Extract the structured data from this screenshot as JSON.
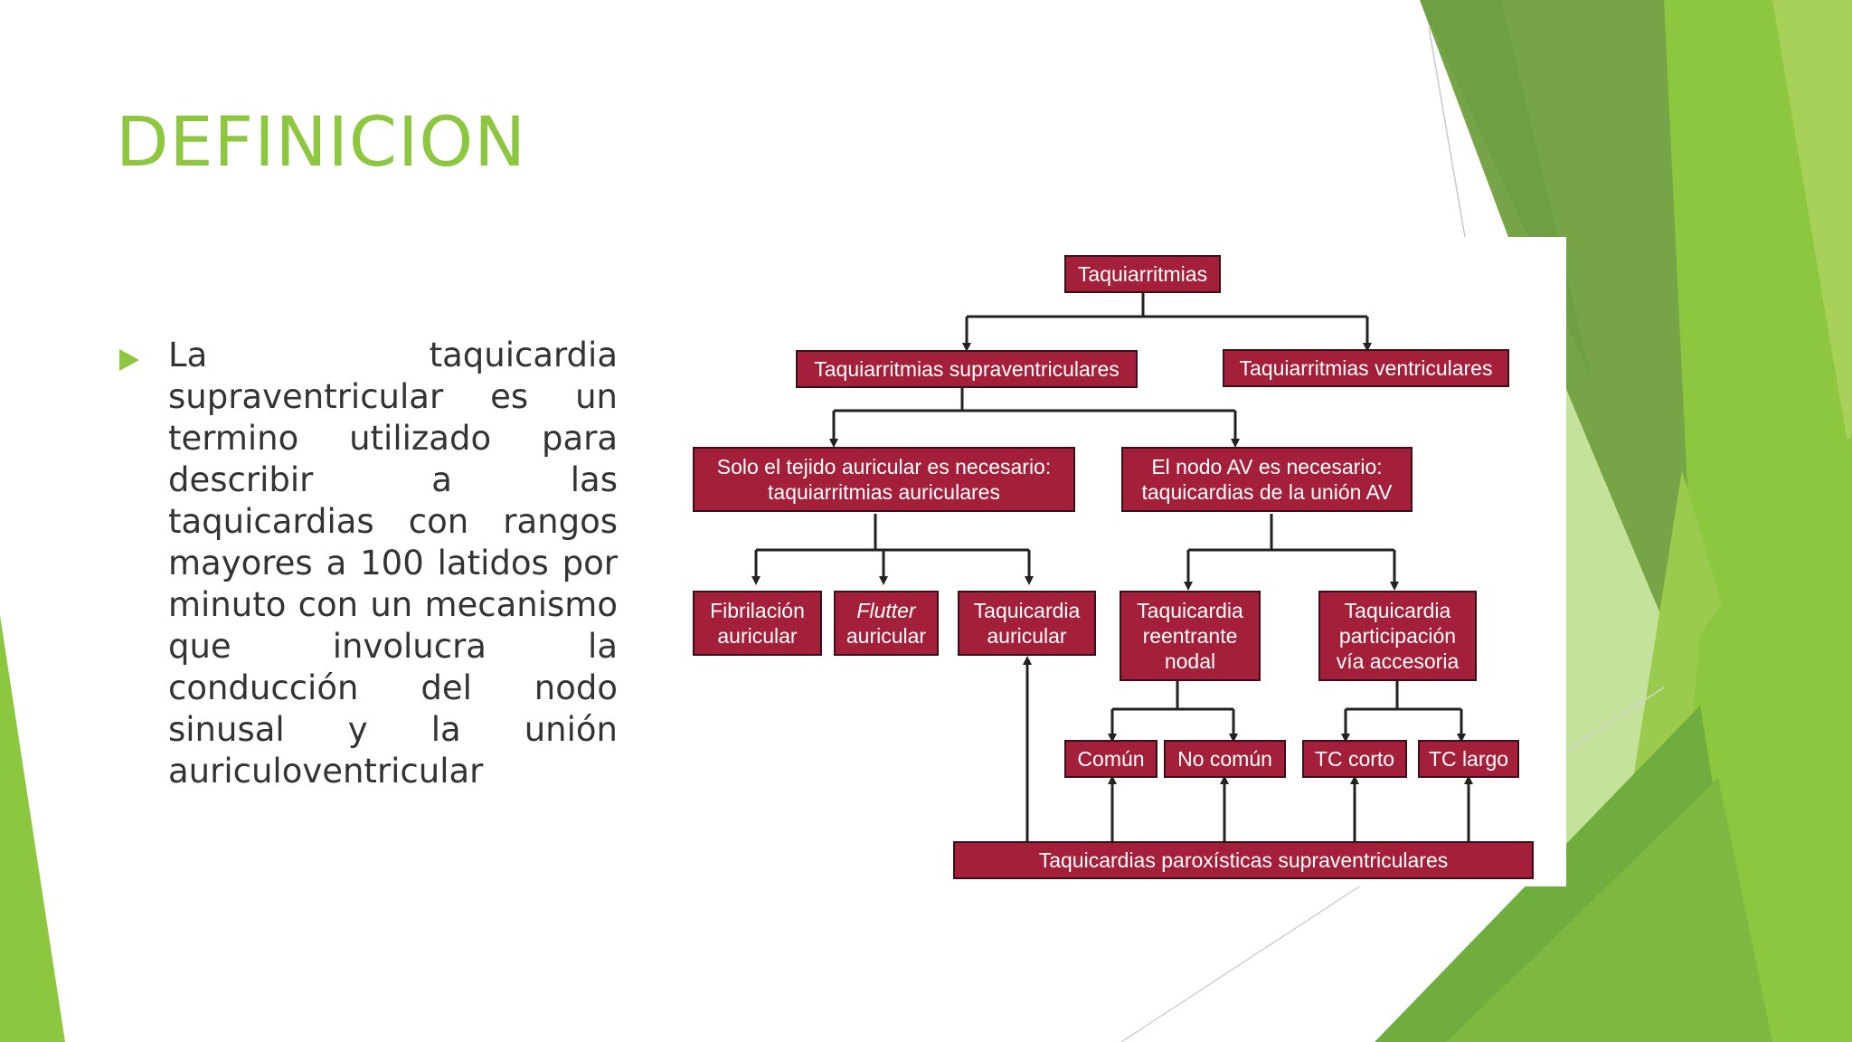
{
  "slide": {
    "title": "DEFINICION",
    "body": "La taquicardia supraventricular es un termino utilizado para describir a las taquicardias con rangos mayores a 100 latidos por minuto con un mecanismo que involucra la conducción del nodo sinusal y la unión auriculoventricular"
  },
  "diagram": {
    "root": "Taquiarritmias",
    "supra": "Taquiarritmias supraventriculares",
    "ventr": "Taquiarritmias ventriculares",
    "auric": [
      "Solo el tejido auricular es necesario:",
      "taquiarritmias auriculares"
    ],
    "nodo": [
      "El nodo AV es necesario:",
      "taquicardias de la unión AV"
    ],
    "fib": [
      "Fibrilación",
      "auricular"
    ],
    "flutter": [
      "Flutter",
      "auricular"
    ],
    "taqaur": [
      "Taquicardia",
      "auricular"
    ],
    "reent": [
      "Taquicardia",
      "reentrante",
      "nodal"
    ],
    "partic": [
      "Taquicardia",
      "participación",
      "vía accesoria"
    ],
    "comun": "Común",
    "nocomun": "No común",
    "tccorto": "TC corto",
    "tclargo": "TC largo",
    "parox": "Taquicardias paroxísticas supraventriculares"
  },
  "colors": {
    "accent_green": "#8DC63F",
    "node_fill": "#A31F3A",
    "text": "#333333"
  }
}
